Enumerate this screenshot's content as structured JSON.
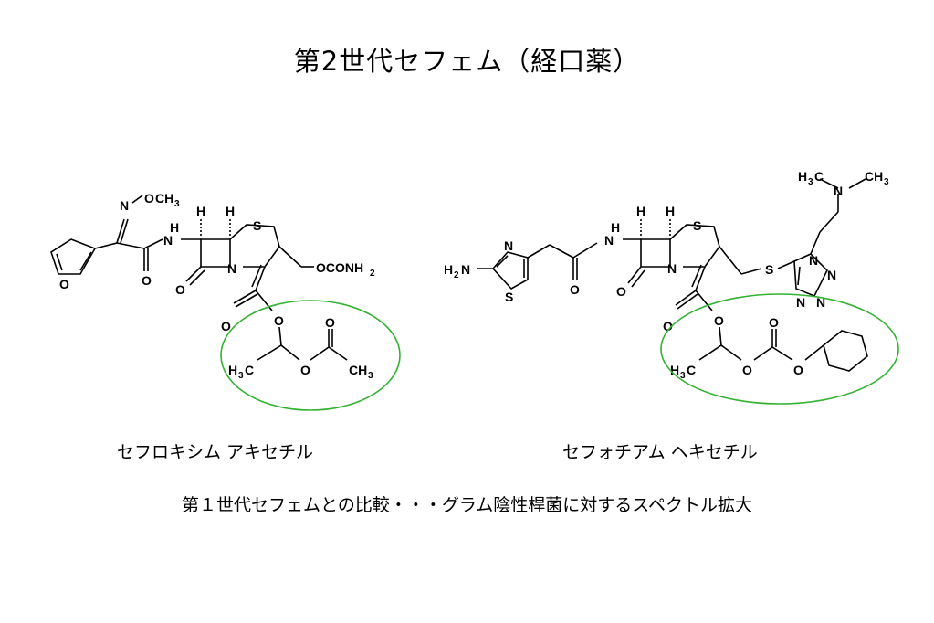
{
  "slide": {
    "title": "第2世代セフェム（経口薬）",
    "footer": "第１世代セフェムとの比較・・・グラム陰性桿菌に対するスペクトル拡大"
  },
  "molecules": [
    {
      "name": "セフロキシム アキセチル",
      "labels": {
        "n_imine": "N",
        "o_methoxy": "O",
        "ch3_methoxy": "CH",
        "sub3": "3",
        "nh": "N",
        "h_nh": "H",
        "h1": "H",
        "h2": "H",
        "s": "S",
        "o_furan": "O",
        "o_amide": "O",
        "n_lactam": "N",
        "o_lactam": "O",
        "o_carbamate": "OCONH",
        "sub2": "2",
        "o_ester_dbl": "O",
        "o_ester": "O",
        "h3c_h": "H",
        "h3c_c": "C",
        "sub3b": "3",
        "o_ace": "O",
        "o_ace_dbl": "O",
        "ch3_ace": "CH",
        "sub3c": "3"
      }
    },
    {
      "name": "セフォチアム ヘキセチル",
      "labels": {
        "h2n": "H",
        "sub2": "2",
        "h2n_n": "N",
        "n_thiaz": "N",
        "s_thiaz": "S",
        "o_amide": "O",
        "nh": "N",
        "h_nh": "H",
        "h1": "H",
        "h2": "H",
        "s": "S",
        "n_lactam": "N",
        "o_lactam": "O",
        "s_thio": "S",
        "n1": "N",
        "n2": "N",
        "n3": "N",
        "n4": "N",
        "n_dma": "N",
        "h3c_top_h": "H",
        "h3c_top_c": "C",
        "sub3a": "3",
        "ch3_top": "CH",
        "sub3b": "3",
        "o_ester_dbl": "O",
        "o_ester": "O",
        "h3c_h": "H",
        "h3c_c": "C",
        "sub3c": "3",
        "o_carb1": "O",
        "o_carb_dbl": "O",
        "o_carb2": "O"
      }
    }
  ]
}
